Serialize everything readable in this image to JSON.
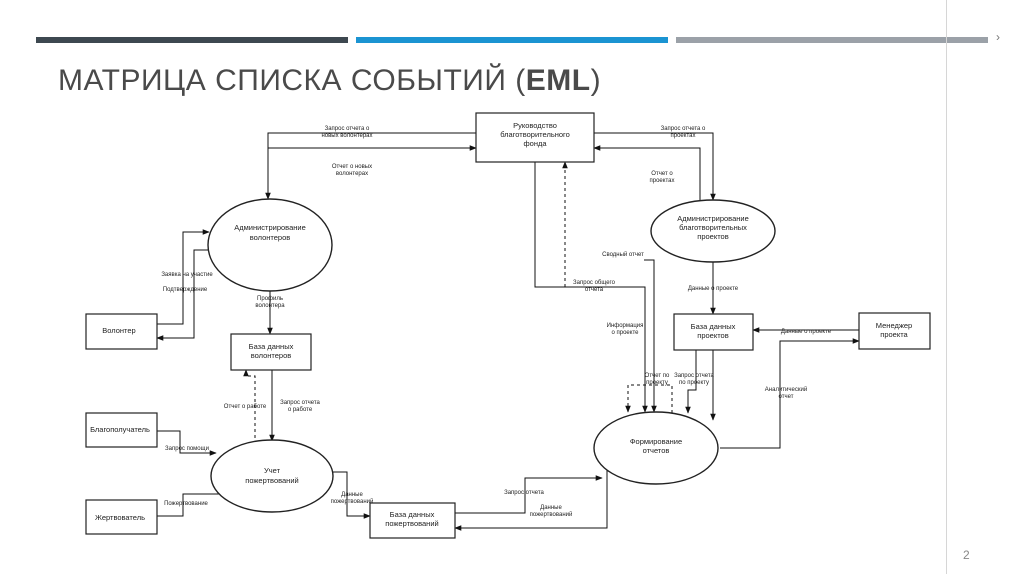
{
  "header": {
    "title_main": "МАТРИЦА СПИСКА СОБЫТИЙ (",
    "title_bold": "EML",
    "title_end": ")",
    "page_number": "2",
    "bar_colors": [
      "#3d4850",
      "#1b94d2",
      "#9ba1a8"
    ]
  },
  "nodes": {
    "rukovodstvo": [
      "Руководство",
      "благотворительного",
      "фонда"
    ],
    "admin_volunteers": [
      "Администрирование",
      "волонтеров"
    ],
    "admin_projects": [
      "Администрирование",
      "благотворительных",
      "проектов"
    ],
    "volunteer": [
      "Волонтер"
    ],
    "db_volunteers": [
      "База данных",
      "волонтеров"
    ],
    "db_projects": [
      "База данных",
      "проектов"
    ],
    "manager": [
      "Менеджер",
      "проекта"
    ],
    "beneficiary": [
      "Благополучатель"
    ],
    "donation_accounting": [
      "Учет",
      "пожертвований"
    ],
    "reports": [
      "Формирование",
      "отчетов"
    ],
    "donor": [
      "Жертвователь"
    ],
    "db_donations": [
      "База данных",
      "пожертвований"
    ]
  },
  "flows": {
    "req_volunteers_report": [
      "Запрос отчета о",
      "новых волонтерах"
    ],
    "volunteers_report": [
      "Отчет о новых",
      "волонтерах"
    ],
    "req_projects_report": [
      "Запрос отчета о",
      "проектах"
    ],
    "projects_report": [
      "Отчет о",
      "проектах"
    ],
    "application": [
      "Заявка на участие"
    ],
    "confirmation": [
      "Подтверждение"
    ],
    "volunteer_profile": [
      "Профиль",
      "волонтера"
    ],
    "work_report": [
      "Отчет о работе"
    ],
    "req_work_report": [
      "Запрос отчета",
      "о работе"
    ],
    "summary_report": [
      "Сводный отчет"
    ],
    "req_general_report": [
      "Запрос общего",
      "отчета"
    ],
    "project_data": [
      "Данные о проекте"
    ],
    "project_info": [
      "Информация",
      "о проекте"
    ],
    "project_data_manager": [
      "Данные о проекте"
    ],
    "project_report_1": [
      "Отчет по",
      "проекту"
    ],
    "project_report_2": [
      "Запрос отчета",
      "по проекту"
    ],
    "analytic_report": [
      "Аналитический",
      "отчет"
    ],
    "help_request": [
      "Запрос помощи"
    ],
    "donation": [
      "Пожертвование"
    ],
    "donations_data_1": [
      "Данные",
      "пожертвований"
    ],
    "req_report": [
      "Запрос отчета"
    ],
    "donations_data_2": [
      "Данные",
      "пожертвований"
    ]
  }
}
